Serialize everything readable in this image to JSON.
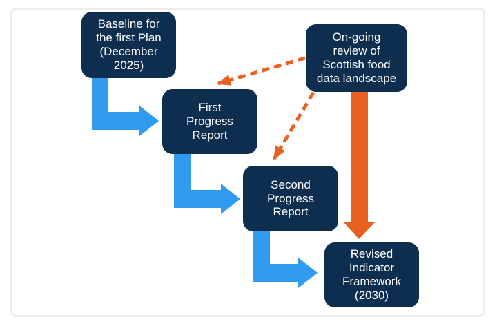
{
  "diagram": {
    "title": "",
    "nodes": {
      "baseline": {
        "label": "Baseline for\nthe first Plan\n(December\n2025)"
      },
      "first_report": {
        "label": "First\nProgress\nReport"
      },
      "second_report": {
        "label": "Second\nProgress\nReport"
      },
      "revised_framework": {
        "label": "Revised\nIndicator\nFramework\n(2030)"
      },
      "ongoing_review": {
        "label": "On-going\nreview of\nScottish food\ndata landscape"
      }
    },
    "edges": [
      {
        "from": "baseline",
        "to": "first_report",
        "style": "solid-elbow",
        "color_key": "flow_arrow"
      },
      {
        "from": "first_report",
        "to": "second_report",
        "style": "solid-elbow",
        "color_key": "flow_arrow"
      },
      {
        "from": "second_report",
        "to": "revised_framework",
        "style": "solid-elbow",
        "color_key": "flow_arrow"
      },
      {
        "from": "ongoing_review",
        "to": "first_report",
        "style": "dashed",
        "color_key": "review_arrow"
      },
      {
        "from": "ongoing_review",
        "to": "second_report",
        "style": "dashed",
        "color_key": "review_arrow"
      },
      {
        "from": "ongoing_review",
        "to": "revised_framework",
        "style": "solid-straight",
        "color_key": "review_arrow"
      }
    ],
    "colors": {
      "node_fill": "#0D2E4F",
      "node_text": "#FFFFFF",
      "flow_arrow": "#2F9AEF",
      "review_arrow": "#E8611E",
      "frame_border": "#ECECEC",
      "background": "#FFFFFF"
    }
  }
}
